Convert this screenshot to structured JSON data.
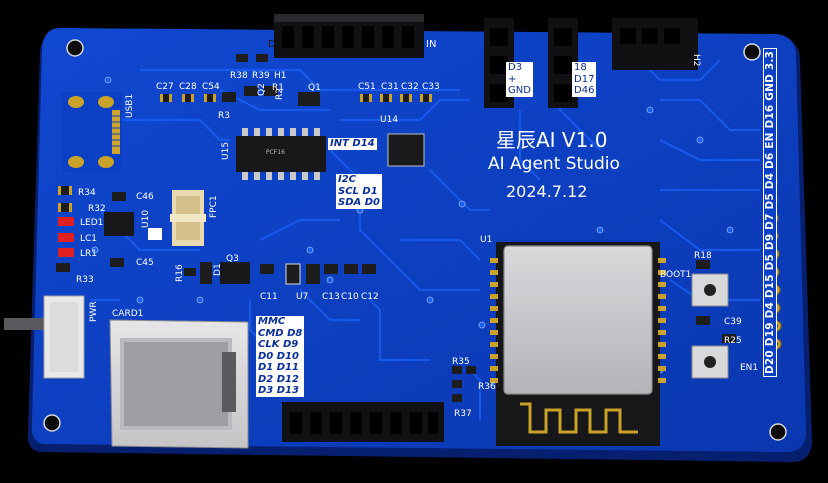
{
  "board": {
    "title_cn": "星辰AI V1.0",
    "subtitle": "AI Agent Studio",
    "date": "2024.7.12",
    "colors": {
      "pcb": "#0b3fc4",
      "pcb_dark": "#072a8a",
      "trace": "#1452e0",
      "silk": "#ffffff",
      "gold": "#c9a227"
    }
  },
  "components": {
    "usb": "USB1",
    "h1": "H1",
    "r38": "R38",
    "r39": "R39",
    "r1": "R1",
    "q1": "Q1",
    "q2": "Q2",
    "r2": "R2",
    "r3": "R3",
    "c27": "C27",
    "c28": "C28",
    "c54": "C54",
    "u15": "U15",
    "chip_u15": "PCF16",
    "c51": "C51",
    "c31": "C31",
    "c32": "C32",
    "c33": "C33",
    "u14": "U14",
    "r34": "R34",
    "c46": "C46",
    "r32": "R32",
    "led1": "LED1",
    "lc1": "LC1",
    "lr1": "LR1",
    "r33": "R33",
    "u10": "U10",
    "fpc1": "FPC1",
    "c45": "C45",
    "r16": "R16",
    "d1": "D1",
    "q3": "Q3",
    "c11": "C11",
    "u7": "U7",
    "c13": "C13",
    "c10": "C10",
    "c12": "C12",
    "pwr": "PWR",
    "card1": "CARD1",
    "u1": "U1",
    "r35": "R35",
    "r36": "R36",
    "r37": "R37",
    "r18": "R18",
    "boot1": "BOOT1",
    "c39": "C39",
    "r25": "R25",
    "en1": "EN1",
    "h2": "H2"
  },
  "header_pins": {
    "left_cut": "D",
    "right_cut": "IN",
    "mid1": [
      "D3",
      "+",
      "GND"
    ],
    "mid2": [
      "18",
      "D17",
      "D46"
    ]
  },
  "boxes": {
    "int": "INT D14",
    "i2c": [
      "I2C",
      "SCL  D1",
      "SDA  D0"
    ],
    "mmc": [
      "MMC",
      "CMD  D8",
      "CLK   D9",
      "D0    D10",
      "D1    D11",
      "D2    D12",
      "D3    D13"
    ]
  },
  "side_pins": "D20 D19 D4 D15 D5 D9 D7 D5 D4 D6 EN D16 GND 3.3"
}
